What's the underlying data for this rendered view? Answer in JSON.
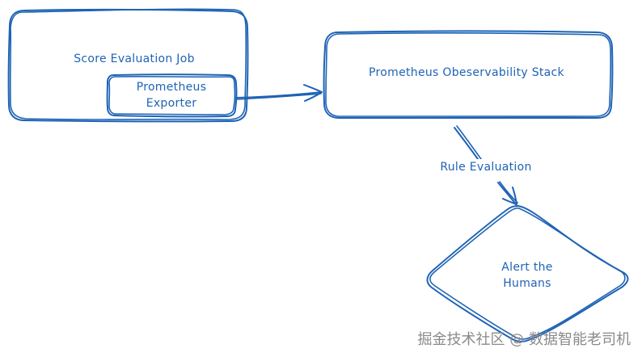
{
  "nodes": {
    "score_job": "Score Evaluation Job",
    "exporter": "Prometheus\nExporter",
    "stack": "Prometheus Obeservability Stack",
    "alert": "Alert the\nHumans"
  },
  "edges": {
    "rule_evaluation": "Rule Evaluation"
  },
  "watermark": "掘金技术社区 @ 数据智能老司机",
  "colors": {
    "stroke": "#1e63b5",
    "text": "#1e63b5",
    "watermark": "#8a8a8a",
    "background": "#ffffff"
  }
}
